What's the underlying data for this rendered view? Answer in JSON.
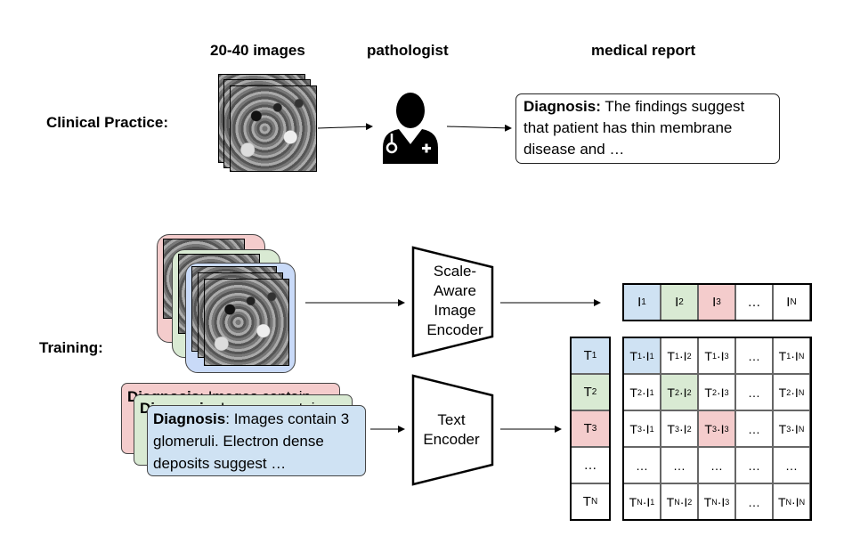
{
  "headers": {
    "images": "20-40 images",
    "pathologist": "pathologist",
    "report": "medical report"
  },
  "clinical": {
    "label": "Clinical Practice:",
    "report_bold": "Diagnosis:",
    "report_text": " The findings suggest that patient has thin membrane disease and …"
  },
  "training": {
    "label": "Training:",
    "card_back_bold": "Diagnosis",
    "card_back_text": ": Images contain",
    "card_front_bold": "Diagnosis",
    "card_front_text": ": Images contain 3 glomeruli. Electron dense deposits suggest …",
    "image_encoder": "Scale-Aware Image Encoder",
    "text_encoder": "Text Encoder"
  },
  "matrix": {
    "image_embeddings": [
      "1",
      "2",
      "3",
      "…",
      "N"
    ],
    "text_embeddings": [
      "1",
      "2",
      "3",
      "…",
      "N"
    ],
    "ellipsis": "…"
  },
  "colors": {
    "red": "#f4cccc",
    "green": "#d9ead3",
    "blue": "#cfe2f3",
    "red_stack": "#f4cccc",
    "green_stack": "#d9ead3",
    "blue_stack": "#c9daf8"
  },
  "icons": {
    "pathologist": "doctor-icon"
  }
}
